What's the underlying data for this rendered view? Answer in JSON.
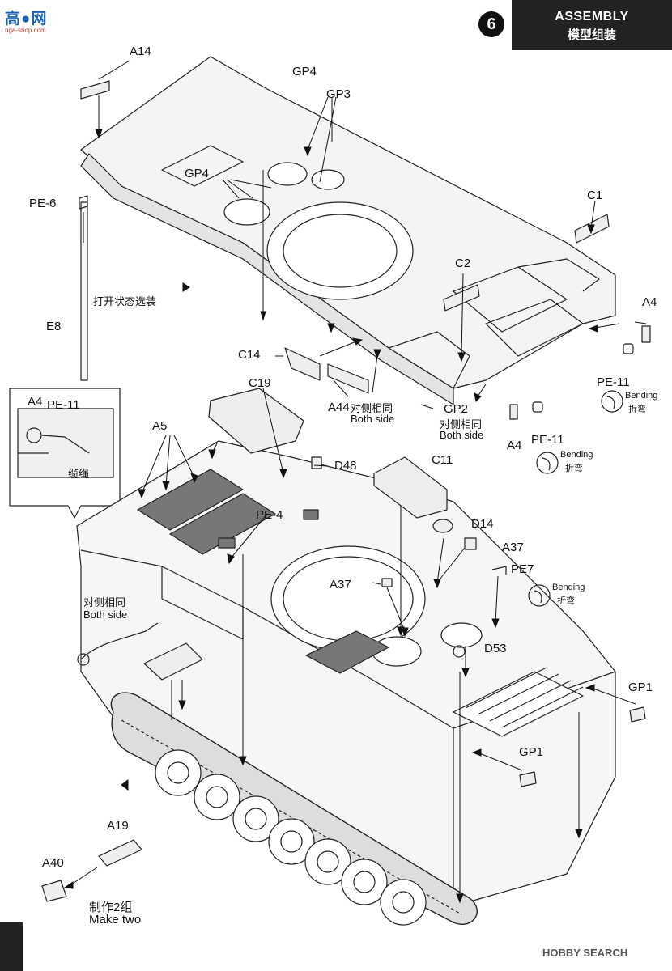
{
  "header": {
    "step": "6",
    "title_en": "ASSEMBLY",
    "title_zh": "模型组装"
  },
  "logo": {
    "main": "高●网",
    "sub": "nga-shop.com"
  },
  "labels": {
    "a14": "A14",
    "gp4_top": "GP4",
    "gp3": "GP3",
    "gp4_mid": "GP4",
    "pe6": "PE-6",
    "e8": "E8",
    "open_state": "打开状态选装",
    "c1": "C1",
    "c2": "C2",
    "a4_r": "A4",
    "pe11_r": "PE-11",
    "c14": "C14",
    "a44": "A44",
    "gp2": "GP2",
    "a4_b": "A4",
    "pe11_b": "PE-11",
    "inset_a4": "A4",
    "inset_pe11": "PE-11",
    "cable": "缆绳",
    "c19": "C19",
    "a5": "A5",
    "d48": "D48",
    "c11": "C11",
    "pe4": "PE-4",
    "d14": "D14",
    "a37_r": "A37",
    "a37_c": "A37",
    "pe7": "PE7",
    "d53": "D53",
    "gp1_r": "GP1",
    "gp1_c": "GP1",
    "a19": "A19",
    "a40": "A40"
  },
  "notes": {
    "both_side_zh": "对侧相同",
    "both_side_en": "Both side",
    "make_two_zh": "制作2组",
    "make_two_en": "Make two",
    "bending_en": "Bending",
    "bending_zh": "折弯"
  },
  "watermark": "HOBBY SEARCH"
}
